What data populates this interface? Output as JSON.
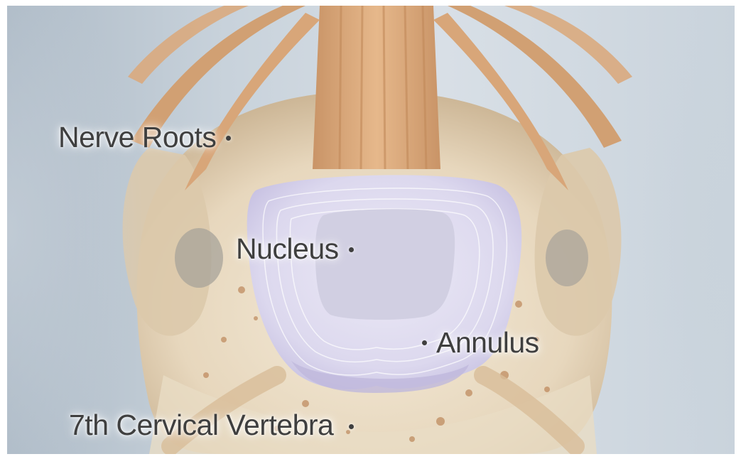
{
  "image": {
    "labels": {
      "nerve_roots": "Nerve Roots",
      "nucleus": "Nucleus",
      "annulus": "Annulus",
      "vertebra": "7th Cervical Vertebra"
    }
  },
  "colors": {
    "background": "#c8d2db",
    "nerve": "#d9a97b",
    "bone": "#efe4cf",
    "disc": "#ddd9ee",
    "nucleus": "#cfcde0",
    "label_text": "#3f3f3f"
  }
}
